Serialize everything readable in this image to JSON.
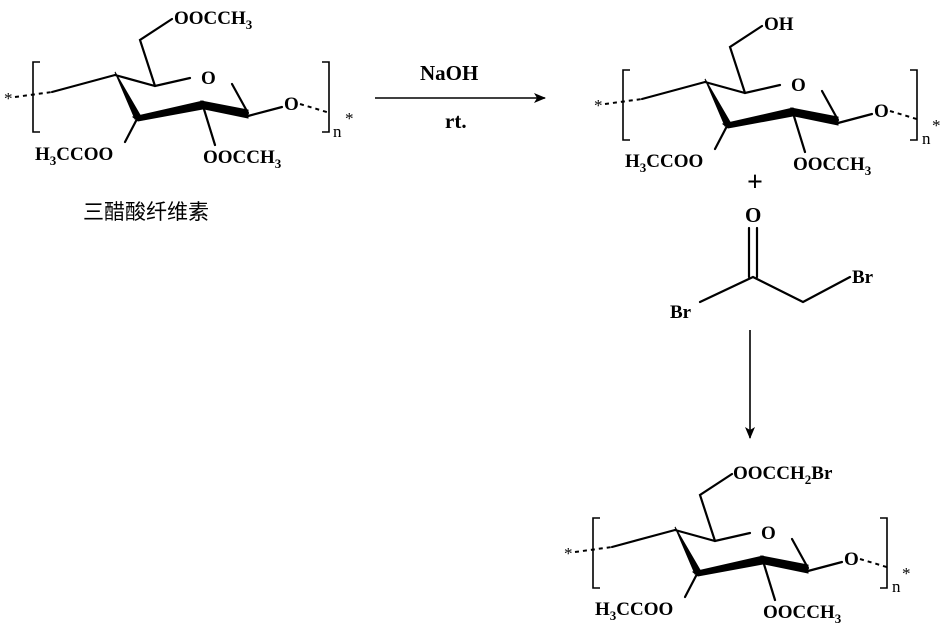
{
  "reactant": {
    "top_group": "OOCCH",
    "top_group_sub": "3",
    "ring_o": "O",
    "link_o": "O",
    "left_group": "H",
    "left_group_sub": "3",
    "left_group_rest": "CCOO",
    "right_group": "OOCCH",
    "right_group_sub": "3",
    "repeat": "n",
    "star": "*",
    "name": "三醋酸纤维素"
  },
  "reagent": {
    "top": "NaOH",
    "bottom": "rt."
  },
  "intermediate": {
    "top_group": "OH",
    "ring_o": "O",
    "link_o": "O",
    "left_group": "H",
    "left_group_sub": "3",
    "left_group_rest": "CCOO",
    "right_group": "OOCCH",
    "right_group_sub": "3",
    "repeat": "n",
    "star": "*"
  },
  "plus": "+",
  "bromoacetyl": {
    "carbonyl_o": "O",
    "br_left": "Br",
    "br_right": "Br"
  },
  "product": {
    "top_group": "OOCCH",
    "top_group_sub": "2",
    "top_group_end": "Br",
    "ring_o": "O",
    "link_o": "O",
    "left_group": "H",
    "left_group_sub": "3",
    "left_group_rest": "CCOO",
    "right_group": "OOCCH",
    "right_group_sub": "3",
    "repeat": "n",
    "star": "*"
  }
}
